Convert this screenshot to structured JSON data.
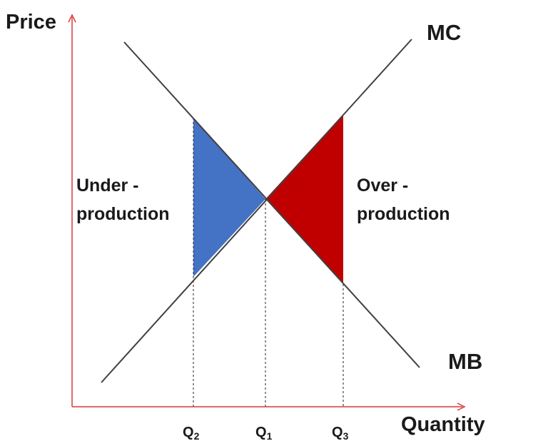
{
  "axes": {
    "y_label": "Price",
    "x_label": "Quantity",
    "axis_color": "#d9383a"
  },
  "curves": {
    "supply_label": "MC",
    "demand_label": "MB",
    "line_color": "#404040"
  },
  "regions": {
    "under": {
      "line1": "Under -",
      "line2": "production",
      "color": "#4472c4"
    },
    "over": {
      "line1": "Over -",
      "line2": "production",
      "color": "#c00000"
    }
  },
  "ticks": [
    {
      "main": "Q",
      "sub": "2"
    },
    {
      "main": "Q",
      "sub": "1"
    },
    {
      "main": "Q",
      "sub": "3"
    }
  ]
}
